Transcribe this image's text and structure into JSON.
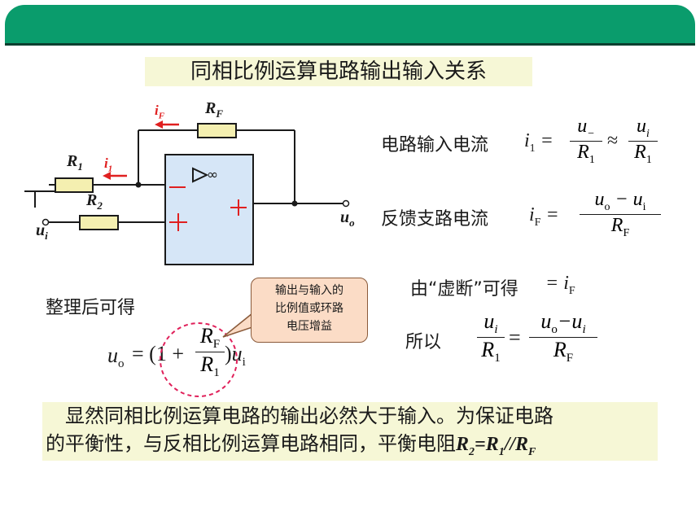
{
  "title": "同相比例运算电路输出输入关系",
  "circuit": {
    "labels": {
      "iF": "i",
      "iF_sub": "F",
      "RF": "R",
      "RF_sub": "F",
      "R1": "R",
      "R1_sub": "1",
      "i1": "i",
      "i1_sub": "1",
      "R2": "R",
      "R2_sub": "2",
      "ui": "u",
      "ui_sub": "i",
      "uo": "u",
      "uo_sub": "o",
      "minus": "−",
      "plus": "+",
      "opamp_symbol": "▷∞"
    }
  },
  "equations": {
    "input_current_label": "电路输入电流",
    "feedback_current_label": "反馈支路电流",
    "virtual_open_text": "由“虚断”可得",
    "therefore_label": "所以",
    "arrange_label": "整理后可得"
  },
  "callout": {
    "line1": "输出与输入的",
    "line2": "比例值或环路",
    "line3": "电压增益"
  },
  "conclusion": {
    "line1": "　显然同相比例运算电路的输出必然大于输入。为保证电路",
    "line2": "的平衡性，与反相比例运算电路相同，平衡电阻",
    "formula": "R₂=R₁//R_F"
  },
  "colors": {
    "header": "#0a9c6c",
    "highlight_bg": "#f6f7d6",
    "callout_bg": "#fbdcc6",
    "opamp_fill": "#d6e6f7",
    "resistor_fill": "#f4efb0",
    "arrow_red": "#e02020"
  }
}
